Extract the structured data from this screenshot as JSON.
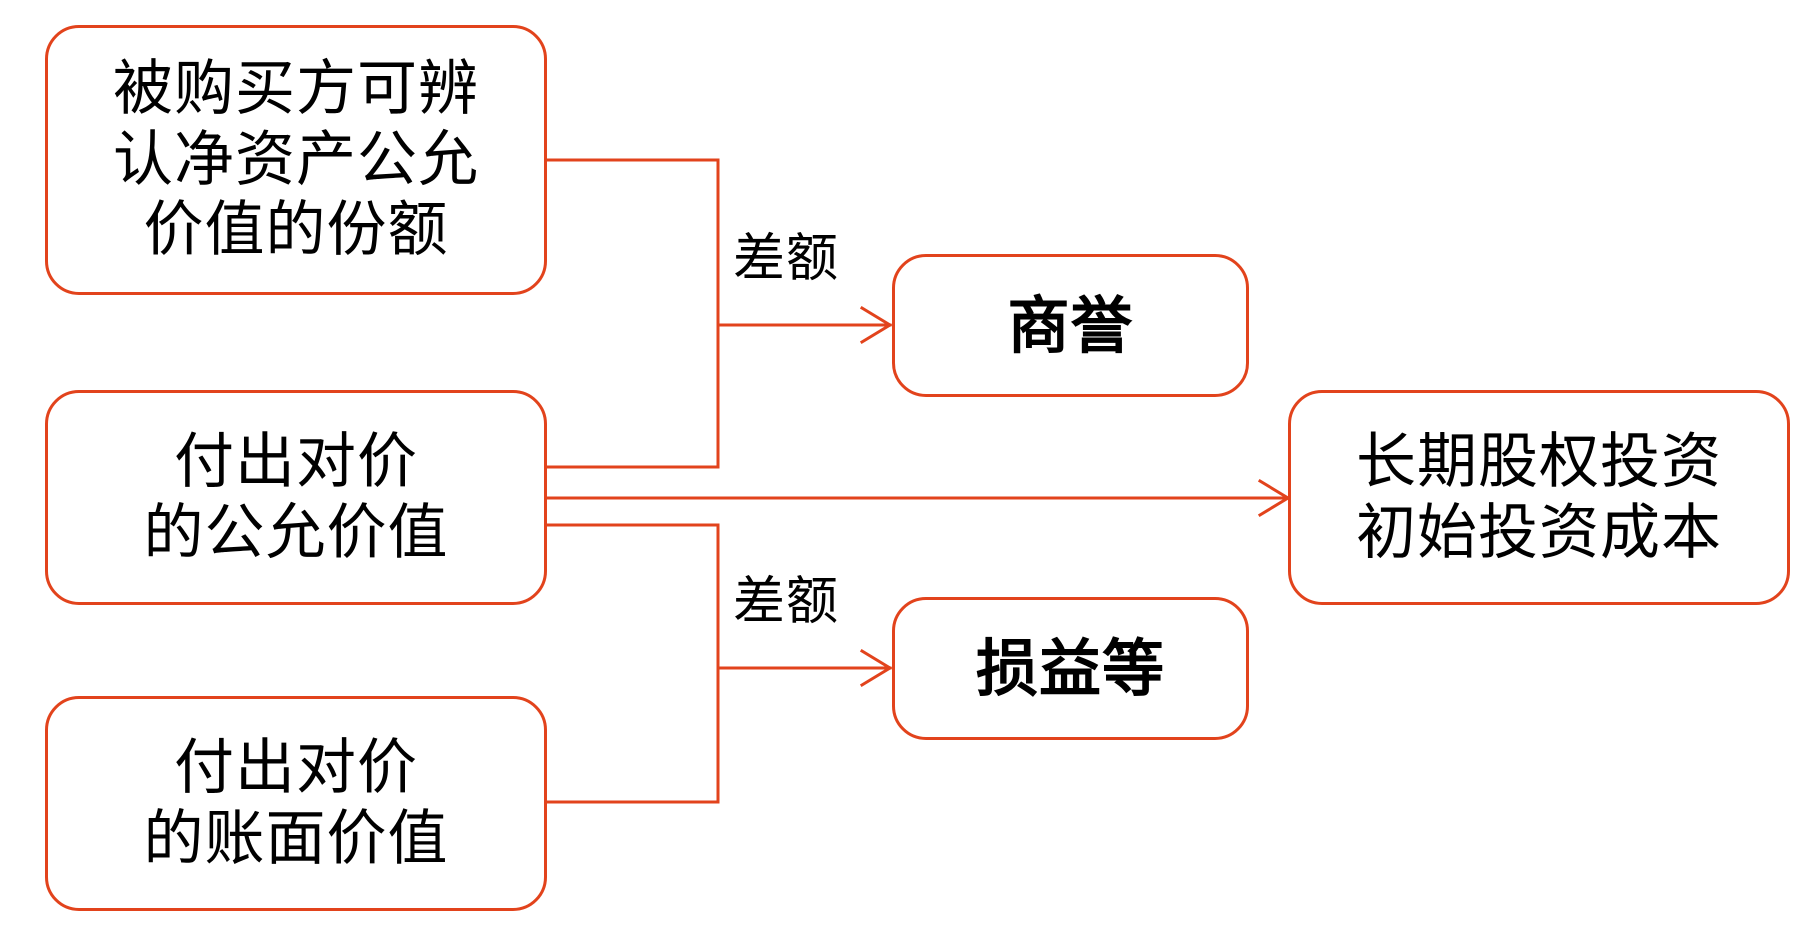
{
  "diagram": {
    "line_color": "#e2431c",
    "nodes": {
      "acquiree_share": {
        "lines": [
          "被购买方可辨",
          "认净资产公允",
          "价值的份额"
        ]
      },
      "consideration_fair_value": {
        "lines": [
          "付出对价",
          "的公允价值"
        ]
      },
      "consideration_book_value": {
        "lines": [
          "付出对价",
          "的账面价值"
        ]
      },
      "goodwill": {
        "lines": [
          "商誉"
        ]
      },
      "gains_losses": {
        "lines": [
          "损益等"
        ]
      },
      "initial_cost": {
        "lines": [
          "长期股权投资",
          "初始投资成本"
        ]
      }
    },
    "edge_labels": {
      "upper_difference": "差额",
      "lower_difference": "差额"
    }
  }
}
